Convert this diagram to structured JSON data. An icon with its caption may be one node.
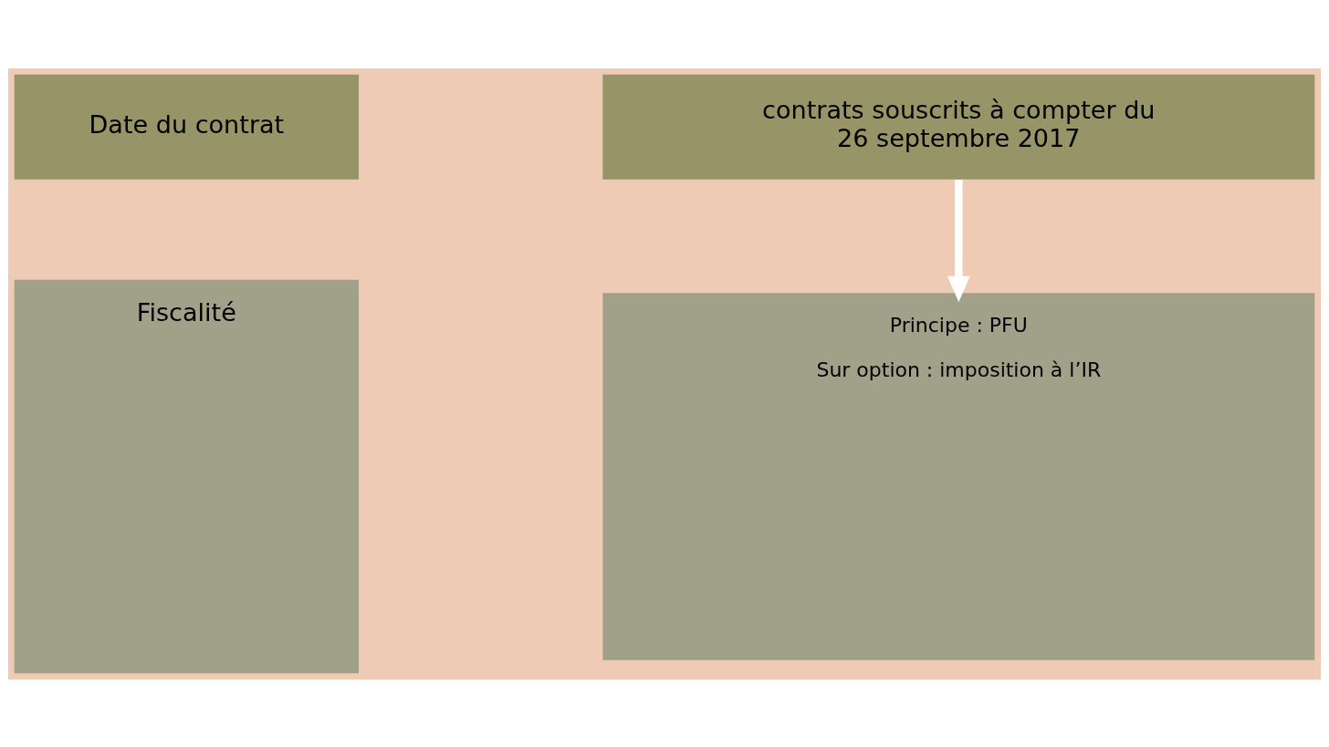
{
  "diagram": {
    "nodes": [
      {
        "text": [
          "Date du contrat"
        ]
      },
      {
        "text": [
          "contrats souscrits à compter du 26 septembre 2017"
        ]
      },
      {
        "text": [
          "Fiscalité"
        ]
      },
      {
        "text": [
          "Principe : PFU",
          "Sur option : imposition à l’IR"
        ]
      }
    ],
    "edges": [
      {
        "from": 1,
        "to": 3,
        "arrow": "to",
        "color": "#ffffff"
      }
    ]
  }
}
